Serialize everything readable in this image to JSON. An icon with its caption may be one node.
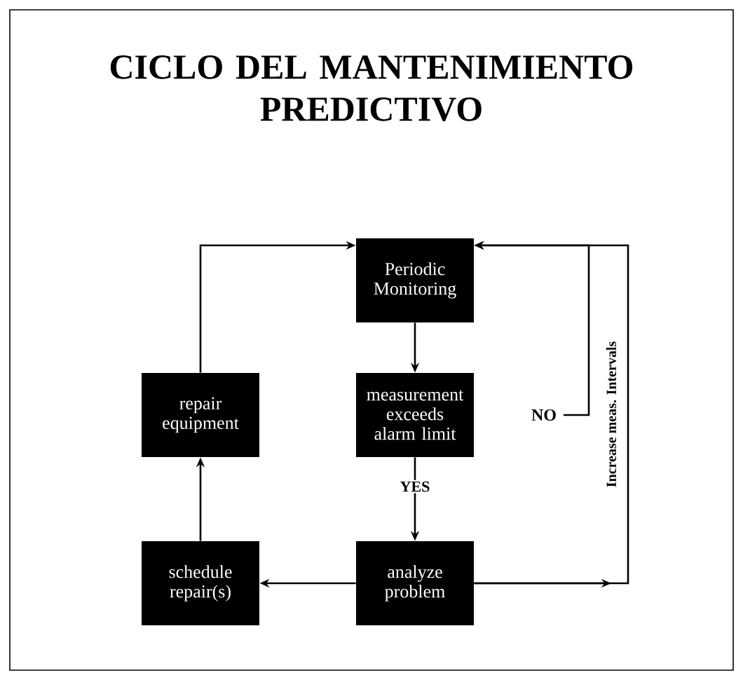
{
  "diagram": {
    "title": "CICLO DEL MANTENIMIENTO PREDICTIVO",
    "nodes": [
      {
        "text": [
          "Periodic Monitoring"
        ]
      },
      {
        "text": [
          "repair equipment"
        ]
      },
      {
        "text": [
          "measurement exceeds alarm limit"
        ]
      },
      {
        "text": [
          "schedule repair(s)"
        ]
      },
      {
        "text": [
          "analyze problem"
        ]
      }
    ],
    "edges": [
      {
        "from": 0,
        "to": 2,
        "arrow": "to"
      },
      {
        "from": 2,
        "to": 0,
        "arrow": "to",
        "label": "NO"
      },
      {
        "from": 2,
        "to": 4,
        "arrow": "to",
        "label": "YES"
      },
      {
        "from": 4,
        "to": 3,
        "arrow": "to"
      },
      {
        "from": 3,
        "to": 1,
        "arrow": "to"
      },
      {
        "from": 1,
        "to": 0,
        "arrow": "to"
      },
      {
        "from": 4,
        "to": 0,
        "arrow": "to",
        "label": "Increase meas. Intervals"
      }
    ]
  }
}
